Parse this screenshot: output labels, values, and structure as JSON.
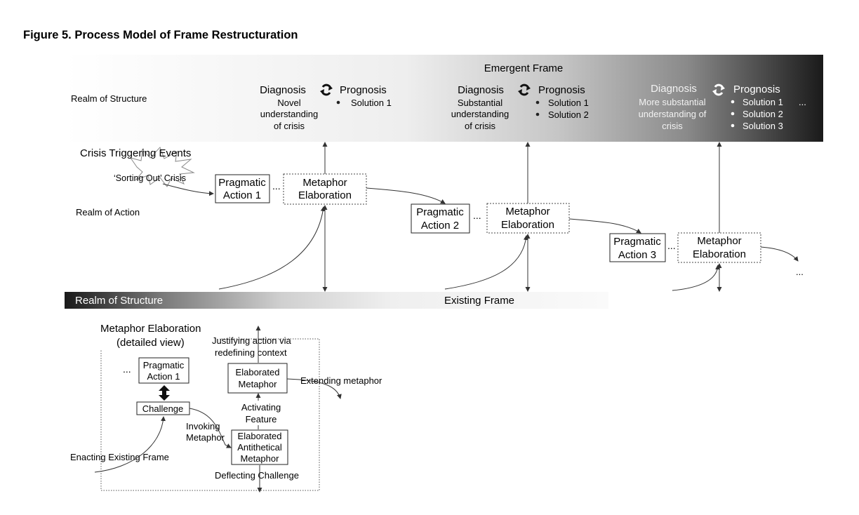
{
  "figure_title": "Figure 5.  Process Model of Frame Restructuration",
  "top_band": {
    "title": "Emergent Frame",
    "realm_label": "Realm of Structure",
    "frames": [
      {
        "diagnosis": "Diagnosis",
        "prognosis": "Prognosis",
        "understanding": [
          "Novel",
          "understanding",
          "of crisis"
        ],
        "solutions": [
          "Solution 1"
        ]
      },
      {
        "diagnosis": "Diagnosis",
        "prognosis": "Prognosis",
        "understanding": [
          "Substantial",
          "understanding",
          "of crisis"
        ],
        "solutions": [
          "Solution 1",
          "Solution 2"
        ]
      },
      {
        "diagnosis": "Diagnosis",
        "prognosis": "Prognosis",
        "understanding": [
          "More substantial",
          "understanding of",
          "crisis"
        ],
        "solutions": [
          "Solution 1",
          "Solution 2",
          "Solution 3"
        ]
      }
    ],
    "trailing_ellipsis": "..."
  },
  "crisis": {
    "label": "Crisis Triggering Events",
    "sorting_label": "‘Sorting Out’ Crisis"
  },
  "realm_of_action_label": "Realm of Action",
  "steps": [
    {
      "pragmatic": [
        "Pragmatic",
        "Action 1"
      ],
      "metaphor": [
        "Metaphor",
        "Elaboration"
      ]
    },
    {
      "pragmatic": [
        "Pragmatic",
        "Action 2"
      ],
      "metaphor": [
        "Metaphor",
        "Elaboration"
      ]
    },
    {
      "pragmatic": [
        "Pragmatic",
        "Action 3"
      ],
      "metaphor": [
        "Metaphor",
        "Elaboration"
      ]
    }
  ],
  "ellipsis": "...",
  "bottom_band": {
    "realm_label": "Realm of Structure",
    "title": "Existing Frame"
  },
  "detail": {
    "title": [
      "Metaphor Elaboration",
      "(detailed view)"
    ],
    "ellipsis": "...",
    "pragmatic": [
      "Pragmatic",
      "Action 1"
    ],
    "challenge": "Challenge",
    "invoking": [
      "Invoking",
      "Metaphor"
    ],
    "enacting": "Enacting Existing Frame",
    "justifying": [
      "Justifying action via",
      "redefining context"
    ],
    "elaborated": [
      "Elaborated",
      "Metaphor"
    ],
    "extending": "Extending metaphor",
    "activating": [
      "Activating",
      "Feature"
    ],
    "antithetical": [
      "Elaborated",
      "Antithetical",
      "Metaphor"
    ],
    "deflecting": "Deflecting Challenge"
  },
  "colors": {
    "ink": "#222222",
    "band_dark": "#1a1a1a",
    "band_light": "#f4f4f4"
  }
}
